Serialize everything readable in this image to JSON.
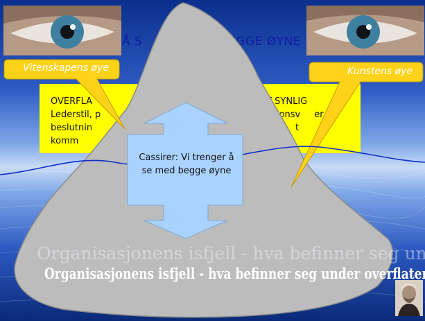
{
  "slide": {
    "headline_left": "Å S",
    "headline_right": "EGGE ØYNE",
    "left_label": "Vitenskapens øye",
    "right_label": "Kunstens øye",
    "left_box": {
      "line1": "OVERFLA",
      "line2": "Lederstil, p",
      "line3": "beslutnin",
      "line4": "komm"
    },
    "right_box": {
      "line1": "RT SYNLIG",
      "line2": "nasjonsv",
      "line2_tail": "er,",
      "line3": "t"
    },
    "center_text": "Cassirer: Vi trenger å se med begge øyne",
    "ghost_title": "Organisasjonens isfjell - hva befinner seg under overflaten?",
    "main_title": "Organisasjonens isfjell - hva befinner seg under overflaten?"
  },
  "colors": {
    "callout": "#ffd21a",
    "box": "#ffff00",
    "iceberg": "#b8b8b8",
    "arrow": "#a9d2ff",
    "water_line": "#1030c8"
  },
  "icons": {
    "left_eye": "eye-photo",
    "right_eye": "eye-photo",
    "portrait": "portrait-photo"
  }
}
